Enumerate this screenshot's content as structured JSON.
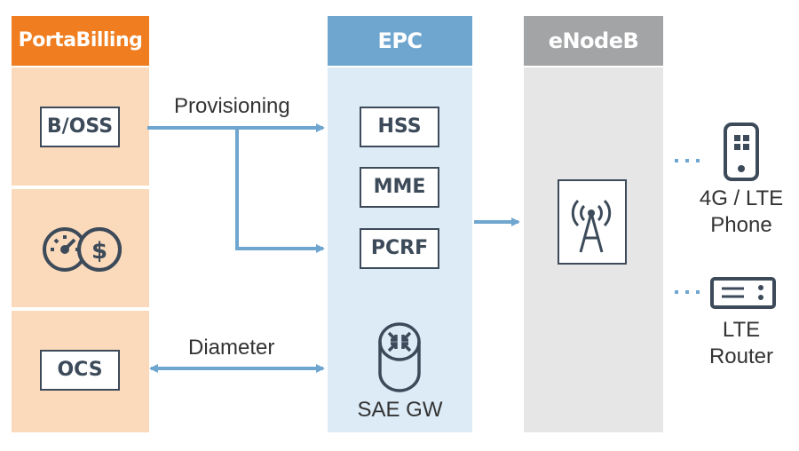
{
  "columns": {
    "portabilling": "PortaBilling",
    "epc": "EPC",
    "enodeb": "eNodeB"
  },
  "boxes": {
    "boss": "B/OSS",
    "ocs": "OCS",
    "hss": "HSS",
    "mme": "MME",
    "pcrf": "PCRF"
  },
  "labels": {
    "provisioning": "Provisioning",
    "diameter": "Diameter",
    "sae_gw": "SAE GW",
    "phone_line1": "4G / LTE",
    "phone_line2": "Phone",
    "router_line1": "LTE",
    "router_line2": "Router"
  },
  "icons": {
    "billing": "gauge-dollar-icon",
    "gateway": "gateway-cylinder-icon",
    "antenna": "antenna-tower-icon",
    "phone": "phone-icon",
    "router": "router-icon"
  },
  "colors": {
    "portabilling": "#f07d1f",
    "epc": "#6fa6cf",
    "enodeb": "#a3a4a6",
    "arrow": "#6fa6cf",
    "dark": "#3c4a59"
  }
}
